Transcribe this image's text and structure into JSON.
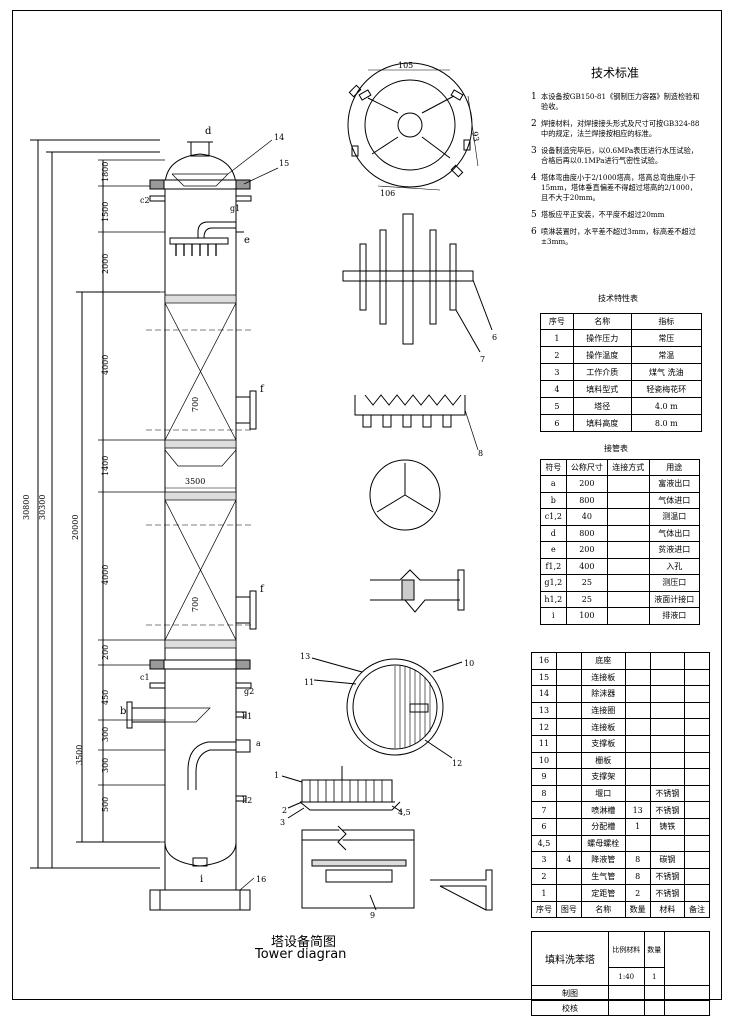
{
  "standards": {
    "title": "技术标准",
    "items": [
      {
        "num": "1",
        "text": "本设备按GB150-81《钢制压力容器》制造检验和验收。"
      },
      {
        "num": "2",
        "text": "焊接材料，对焊接接头形式及尺寸可按GB324-88中的规定，法兰焊接按相应的标准。"
      },
      {
        "num": "3",
        "text": "设备制造完毕后，以0.6MPa表压进行水压试验，合格后再以0.1MPa进行气密性试验。"
      },
      {
        "num": "4",
        "text": "塔体弯曲度小于2/1000塔高，塔高总弯曲度小于15mm，塔体垂直偏差不得超过塔高的2/1000，且不大于20mm。"
      },
      {
        "num": "5",
        "text": "塔板应平正安装，不平度不超过20mm"
      },
      {
        "num": "6",
        "text": "喷淋装置时，水平差不超过3mm，标高差不超过±3mm。"
      }
    ]
  },
  "spec": {
    "title": "技术特性表",
    "headers": [
      "序号",
      "名称",
      "指标"
    ],
    "rows": [
      [
        "1",
        "操作压力",
        "常压"
      ],
      [
        "2",
        "操作温度",
        "常温"
      ],
      [
        "3",
        "工作介质",
        "煤气 洗油"
      ],
      [
        "4",
        "填料型式",
        "轻瓷梅花环"
      ],
      [
        "5",
        "塔径",
        "4.0 m"
      ],
      [
        "6",
        "填料高度",
        "8.0 m"
      ]
    ]
  },
  "nozzles": {
    "title": "接管表",
    "headers": [
      "符号",
      "公称尺寸",
      "连接方式",
      "用途"
    ],
    "rows": [
      [
        "a",
        "200",
        "",
        "富液出口"
      ],
      [
        "b",
        "800",
        "",
        "气体进口"
      ],
      [
        "c1,2",
        "40",
        "",
        "测温口"
      ],
      [
        "d",
        "800",
        "",
        "气体出口"
      ],
      [
        "e",
        "200",
        "",
        "贫液进口"
      ],
      [
        "f1,2",
        "400",
        "",
        "入孔"
      ],
      [
        "g1,2",
        "25",
        "",
        "测压口"
      ],
      [
        "h1,2",
        "25",
        "",
        "液面计接口"
      ],
      [
        "i",
        "100",
        "",
        "排液口"
      ]
    ]
  },
  "parts": {
    "rows": [
      [
        "16",
        "",
        "底座",
        "",
        "",
        ""
      ],
      [
        "15",
        "",
        "连接板",
        "",
        "",
        ""
      ],
      [
        "14",
        "",
        "除沫器",
        "",
        "",
        ""
      ],
      [
        "13",
        "",
        "连接圈",
        "",
        "",
        ""
      ],
      [
        "12",
        "",
        "连接板",
        "",
        "",
        ""
      ],
      [
        "11",
        "",
        "支撑板",
        "",
        "",
        ""
      ],
      [
        "10",
        "",
        "栅板",
        "",
        "",
        ""
      ],
      [
        "9",
        "",
        "支撑架",
        "",
        "",
        ""
      ],
      [
        "8",
        "",
        "堰口",
        "",
        "不锈钢",
        ""
      ],
      [
        "7",
        "",
        "喷淋槽",
        "13",
        "不锈钢",
        ""
      ],
      [
        "6",
        "",
        "分配槽",
        "1",
        "铸铁",
        ""
      ],
      [
        "4,5",
        "",
        "螺母螺栓",
        "",
        "",
        ""
      ],
      [
        "3",
        "4",
        "降液管",
        "8",
        "碳钢",
        ""
      ],
      [
        "2",
        "",
        "生气管",
        "8",
        "不锈钢",
        ""
      ],
      [
        "1",
        "",
        "定距管",
        "2",
        "不锈钢",
        ""
      ]
    ],
    "headers": [
      "序号",
      "图号",
      "名称",
      "数量",
      "材料",
      "备注"
    ]
  },
  "title_block": {
    "name": "填料洗苯塔",
    "scale_label": "比例",
    "scale": "1:40",
    "material_label": "材料",
    "qty_label": "数量",
    "qty": "1",
    "drawn": "制图",
    "checked": "校核"
  },
  "captions": {
    "cn": "塔设备简图",
    "en": "Tower diagran"
  },
  "tower_labels": {
    "overall1": "30800",
    "overall2": "30300",
    "mid": "20000",
    "dims": [
      "1800",
      "1500",
      "2000",
      "4000",
      "700",
      "1400",
      "3500",
      "4000",
      "700",
      "200",
      "450",
      "300",
      "3500",
      "300",
      "500"
    ],
    "nozzles": [
      "d",
      "14",
      "15",
      "c2",
      "g1",
      "e",
      "f",
      "f",
      "c1",
      "g2",
      "b",
      "h1",
      "a",
      "h2",
      "i",
      "16"
    ]
  },
  "detail_labels": {
    "d105": "105",
    "d106": "106",
    "d93": "93",
    "n6": "6",
    "n7": "7",
    "n8": "8",
    "n13": "13",
    "n10": "10",
    "n11": "11",
    "n12": "12",
    "n1": "1",
    "n2": "2",
    "n3": "3",
    "n45": "4,5",
    "n9": "9"
  }
}
